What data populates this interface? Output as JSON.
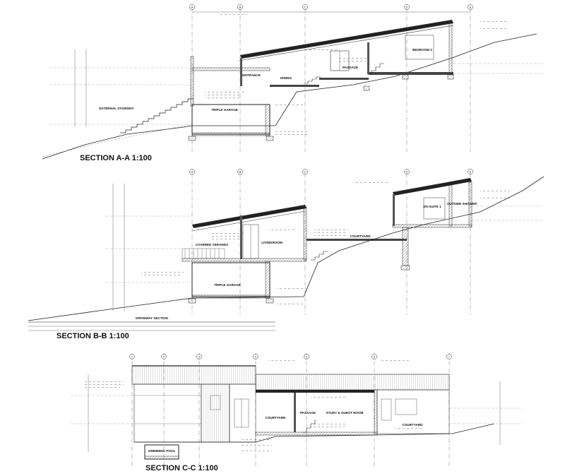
{
  "sections": {
    "aa": {
      "title": "SECTION A-A 1:100",
      "grid": [
        "A",
        "B",
        "C",
        "D",
        "E"
      ],
      "rooms": [
        {
          "name": "EXTERNAL STAIRWAY"
        },
        {
          "name": "ENTRANCE"
        },
        {
          "name": "DINING"
        },
        {
          "name": "PASSAGE"
        },
        {
          "name": "BEDROOM 2"
        },
        {
          "name": "TRIPLE GARAGE"
        }
      ]
    },
    "bb": {
      "title": "SECTION B-B 1:100",
      "grid": [
        "A",
        "B",
        "C",
        "D",
        "E"
      ],
      "rooms": [
        {
          "name": "COVERED VERANDA"
        },
        {
          "name": "LIVINGROOM"
        },
        {
          "name": "COURTYARD"
        },
        {
          "name": "EN-SUITE 1"
        },
        {
          "name": "OUTSIDE SHOWER"
        },
        {
          "name": "TRIPLE GARAGE"
        },
        {
          "name": "DRIVEWAY SECTION"
        }
      ]
    },
    "cc": {
      "title": "SECTION C-C 1:100",
      "grid": [
        "1",
        "2",
        "3",
        "4",
        "5",
        "6",
        "7"
      ],
      "rooms": [
        {
          "name": "COURTYARD"
        },
        {
          "name": "PASSAGE"
        },
        {
          "name": "STUDY & GUEST ROOM"
        },
        {
          "name": "COURTYARD"
        },
        {
          "name": "SWIMMING POOL"
        }
      ]
    }
  }
}
